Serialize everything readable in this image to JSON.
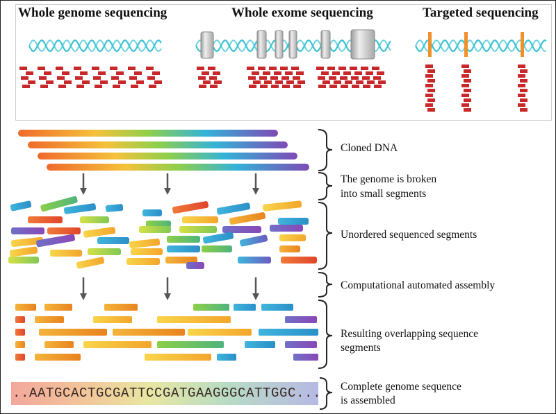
{
  "headings": {
    "whole_genome": "Whole genome sequencing",
    "whole_exome": "Whole exome sequencing",
    "targeted": "Targeted sequencing"
  },
  "steps": {
    "cloned_dna": "Cloned DNA",
    "broken_1": "The genome is broken",
    "broken_2": "into small segments",
    "unordered": "Unordered sequenced segments",
    "assembly": "Computational automated assembly",
    "overlap_1": "Resulting overlapping sequence",
    "overlap_2": "segments",
    "complete_1": "Complete genome sequence",
    "complete_2": "is assembled"
  },
  "sequence": "..AATGCACTGCGATTCCGATGAAGGGCATTGGC...",
  "colors": {
    "helix": "#3cc3d4",
    "read": "#c8282a",
    "exon": "#c9c9c9",
    "target": "#f0922c",
    "arrow": "#555555",
    "brace": "#222222"
  }
}
